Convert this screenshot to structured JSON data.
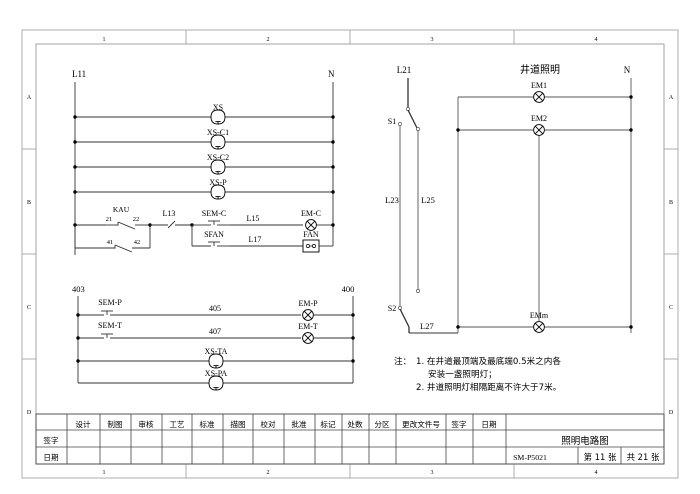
{
  "frame": {
    "zone_cols": [
      "1",
      "2",
      "3",
      "4"
    ],
    "zone_rows": [
      "A",
      "B",
      "C",
      "D"
    ]
  },
  "circuit_left_top": {
    "left_rail_label": "L11",
    "right_rail_label": "N",
    "coils": [
      {
        "name": "XS"
      },
      {
        "name": "XS-C1"
      },
      {
        "name": "XS-C2"
      },
      {
        "name": "XS-P"
      }
    ],
    "relay": {
      "name": "KAU",
      "contact_a_left": "21",
      "contact_a_right": "22",
      "contact_b_left": "41",
      "contact_b_right": "42"
    },
    "wire_l13": "L13",
    "branch_top": {
      "switch": "SEM-C",
      "wire": "L15",
      "device": "EM-C"
    },
    "branch_bottom": {
      "switch": "SFAN",
      "wire": "L17",
      "device": "FAN"
    }
  },
  "circuit_left_bottom": {
    "left_rail_label": "403",
    "right_rail_label": "400",
    "rows": [
      {
        "switch": "SEM-P",
        "wire": "405",
        "device": "EM-P",
        "device_type": "lamp"
      },
      {
        "switch": "SEM-T",
        "wire": "407",
        "device": "EM-T",
        "device_type": "lamp"
      },
      {
        "switch": "",
        "wire": "",
        "device": "XS-TA",
        "device_type": "coil"
      },
      {
        "switch": "",
        "wire": "",
        "device": "XS-PA",
        "device_type": "coil"
      }
    ]
  },
  "circuit_right": {
    "title": "井道照明",
    "source_label": "L21",
    "neutral_label": "N",
    "switch_top": "S1",
    "switch_bottom": "S2",
    "wire_left": "L23",
    "wire_mid": "L25",
    "wire_bottom": "L27",
    "lamps": [
      "EM1",
      "EM2",
      "EMm"
    ]
  },
  "notes": {
    "prefix": "注：",
    "items": [
      "1. 在井道最顶端及最底端0.5米之内各",
      "安装一盏照明灯；",
      "2. 井道照明灯相隔距离不许大于7米。"
    ]
  },
  "title_block": {
    "column_headers": [
      "设计",
      "制图",
      "审核",
      "工艺",
      "标准",
      "描图",
      "校对",
      "批准",
      "标记",
      "处数",
      "分区",
      "更改文件号",
      "签字",
      "日期"
    ],
    "row_labels": [
      "签字",
      "日期"
    ],
    "drawing_title": "照明电路图",
    "drawing_number": "SM-P5021",
    "sheet_current": "第 11 张",
    "sheet_total": "共 21 张"
  }
}
